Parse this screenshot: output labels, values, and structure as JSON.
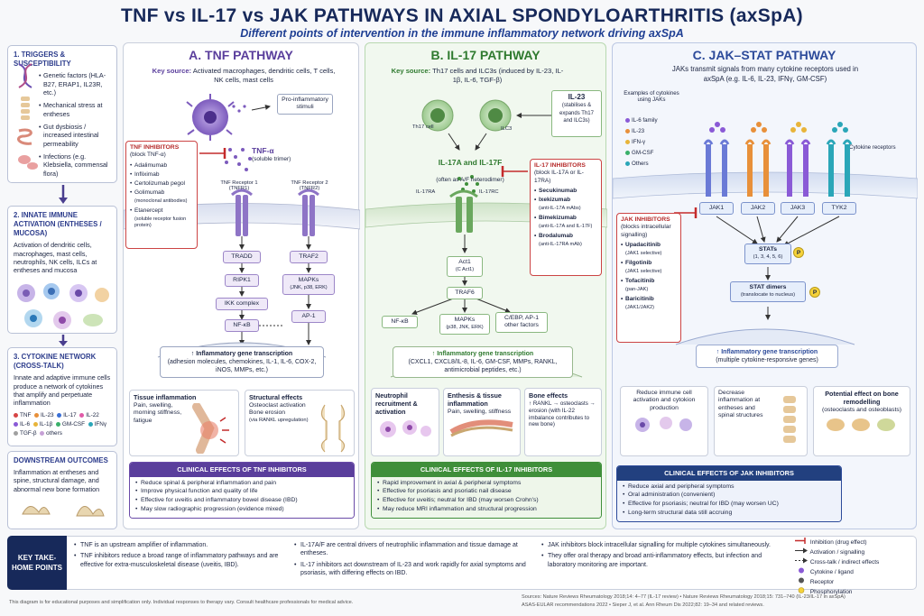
{
  "title": "TNF vs IL-17 vs JAK PATHWAYS IN AXIAL SPONDYLOARTHRITIS (axSpA)",
  "subtitle": "Different points of intervention in the immune inflammatory network driving axSpA",
  "sidebar": {
    "triggers": {
      "heading": "1. TRIGGERS & SUSCEPTIBILITY",
      "items": [
        "Genetic factors (HLA-B27, ERAP1, IL23R, etc.)",
        "Mechanical stress at entheses",
        "Gut dysbiosis / increased intestinal permeability",
        "Infections (e.g. Klebsiella, commensal flora)"
      ]
    },
    "innate": {
      "heading": "2. INNATE IMMUNE ACTIVATION (ENTHESES / MUCOSA)",
      "text": "Activation of dendritic cells, macrophages, mast cells, neutrophils, NK cells, ILCs at entheses and mucosa"
    },
    "cytokine": {
      "heading": "3. CYTOKINE NETWORK (CROSS-TALK)",
      "text": "Innate and adaptive immune cells produce a network of cytokines that amplify and perpetuate inflammation",
      "legend": [
        "TNF",
        "IL-23",
        "IL-17",
        "IL-22",
        "IL-6",
        "IL-1β",
        "GM-CSF",
        "IFNγ",
        "TGF-β",
        "others"
      ]
    },
    "downstream": {
      "heading": "DOWNSTREAM OUTCOMES",
      "text": "Inflammation at entheses and spine, structural damage, and abnormal new bone formation"
    }
  },
  "colors": {
    "tnf": "#6a4aa8",
    "il17": "#3f8f3a",
    "jak": "#2f4f9f",
    "inhibit": "#c42b2b",
    "navy": "#17295a"
  },
  "panelA": {
    "heading": "A. TNF PATHWAY",
    "keysource_label": "Key source:",
    "keysource": "Activated macrophages, dendritic cells, T cells, NK cells, mast cells",
    "stimuli": "Pro-inflammatory stimuli",
    "ligand": "TNF-α",
    "ligand_sub": "(soluble trimer)",
    "receptor1": "TNF Receptor 1 (TNFR1)",
    "receptor2": "TNF Receptor 2 (TNFR2)",
    "inhibitors_head": "TNF INHIBITORS",
    "inhibitors_sub": "(block TNF-α)",
    "inhibitors": [
      "Adalimumab",
      "Infliximab",
      "Certolizumab pegol",
      "Golimumab"
    ],
    "inhibitors_note": "(monoclonal antibodies)",
    "etanercept": "Etanercept",
    "etanercept_note": "(soluble receptor fusion protein)",
    "nodes": {
      "tradd": "TRADD",
      "ripk1": "RIPK1",
      "ikk": "IKK complex",
      "nfkb": "NF-κB",
      "traf2": "TRAF2",
      "mapk": "MAPKs",
      "mapk_sub": "(JNK, p38, ERK)",
      "ap1": "AP-1"
    },
    "gene": "↑ Inflammatory gene transcription",
    "gene_sub": "(adhesion molecules, chemokines, IL-1, IL-6, COX-2, iNOS, MMPs, etc.)",
    "effect1_head": "Tissue inflammation",
    "effect1": "Pain, swelling, morning stiffness, fatigue",
    "effect2_head": "Structural effects",
    "effect2": "Osteoclast activation Bone erosion",
    "effect2_note": "(via RANKL upregulation)",
    "clinical_head": "CLINICAL EFFECTS OF TNF INHIBITORS",
    "clinical": [
      "Reduce spinal & peripheral inflammation and pain",
      "Improve physical function and quality of life",
      "Effective for uveitis and inflammatory bowel disease (IBD)",
      "May slow radiographic progression (evidence mixed)"
    ]
  },
  "panelB": {
    "heading": "B. IL-17 PATHWAY",
    "keysource_label": "Key source:",
    "keysource": "Th17 cells and ILC3s (induced by IL-23, IL-1β, IL-6, TGF-β)",
    "cell1": "Th17 cell",
    "cell2": "ILC3",
    "il23_head": "IL-23",
    "il23": "(stabilises & expands Th17 and ILC3s)",
    "ligand": "IL-17A and IL-17F",
    "ligand_sub": "(often as A/F heterodimer)",
    "receptor1": "IL-17RA",
    "receptor2": "IL-17RC",
    "inhibitors_head": "IL-17 INHIBITORS",
    "inhibitors_sub": "(block IL-17A or IL-17RA)",
    "inhibitors": [
      {
        "name": "Secukinumab",
        "note": ""
      },
      {
        "name": "Ixekizumab",
        "note": "(anti-IL-17A mAbs)"
      },
      {
        "name": "Bimekizumab",
        "note": "(anti-IL-17A and IL-17F)"
      },
      {
        "name": "Brodalumab",
        "note": "(anti-IL-17RA mAb)"
      }
    ],
    "nodes": {
      "act1": "Act1",
      "act1_sub": "(C Act1)",
      "traf6": "TRAF6",
      "nfkb": "NF-κB",
      "mapk": "MAPKs",
      "mapk_sub": "(p38, JNK, ERK)",
      "cebp": "C/EBP, AP-1 other factors"
    },
    "gene": "↑ Inflammatory gene transcription",
    "gene_sub": "(CXCL1, CXCL8/IL-8, IL-6, GM-CSF, MMPs, RANKL, antimicrobial peptides, etc.)",
    "effect1_head": "Neutrophil recruitment & activation",
    "effect2_head": "Enthesis & tissue inflammation",
    "effect2": "Pain, swelling, stiffness",
    "effect3_head": "Bone effects",
    "effect3": "↑ RANKL → osteoclasts → erosion (with IL-22 imbalance contributes to new bone)",
    "clinical_head": "CLINICAL EFFECTS OF IL-17 INHIBITORS",
    "clinical": [
      "Rapid improvement in axial & peripheral symptoms",
      "Effective for psoriasis and psoriatic nail disease",
      "Effective for uveitis; neutral for IBD (may worsen Crohn's)",
      "May reduce MRI inflammation and structural progression"
    ]
  },
  "panelC": {
    "heading": "C. JAK–STAT PATHWAY",
    "intro": "JAKs transmit signals from many cytokine receptors used in axSpA (e.g. IL-6, IL-23, IFNγ, GM-CSF)",
    "examples_head": "Examples of cytokines using JAKs",
    "examples": [
      "IL-6 family",
      "IL-23",
      "IFN-γ",
      "GM-CSF",
      "Others"
    ],
    "receptors_label": "Cytokine receptors",
    "jaks": [
      "JAK1",
      "JAK2",
      "JAK3",
      "TYK2"
    ],
    "inhibitors_head": "JAK INHIBITORS",
    "inhibitors_sub": "(blocks intracellular signalling)",
    "inhibitors": [
      {
        "name": "Upadacitinib",
        "note": "(JAK1 selective)"
      },
      {
        "name": "Filgotinib",
        "note": "(JAK1 selective)"
      },
      {
        "name": "Tofacitinib",
        "note": "(pan-JAK)"
      },
      {
        "name": "Baricitinib",
        "note": "(JAK1/JAK2)"
      }
    ],
    "stats": "STATs",
    "stats_sub": "(1, 3, 4, 5, 6)",
    "dimers": "STAT dimers",
    "dimers_sub": "(translocate to nucleus)",
    "p": "P",
    "gene": "↑ Inflammatory gene transcription",
    "gene_sub": "(multiple cytokine-responsive genes)",
    "effect1": "Reduce immune cell activation and cytokion production",
    "effect2": "Decrease inflammation at entheses and spinal structures",
    "effect3_head": "Potential effect on bone remodelling",
    "effect3": "(osteoclasts and osteoblasts)",
    "clinical_head": "CLINICAL EFFECTS OF JAK INHIBITORS",
    "clinical": [
      "Reduce axial and peripheral symptoms",
      "Oral administration (convenient)",
      "Effective for psoriasis; neutral for IBD (may worsen UC)",
      "Long-term structural data still accruing"
    ]
  },
  "keypoints": {
    "label": "KEY TAKE-HOME POINTS",
    "col1": [
      "TNF is an upstream amplifier of inflammation.",
      "TNF inhibitors reduce a broad range of inflammatory pathways and are effective for extra-musculoskeletal disease (uveitis, IBD)."
    ],
    "col2": [
      "IL-17A/F are central drivers of neutrophilic inflammation and tissue damage at entheses.",
      "IL-17 inhibitors act downstream of IL-23 and work rapidly for axial symptoms and psoriasis, with differing effects on IBD."
    ],
    "col3": [
      "JAK inhibitors block intracellular signalling for multiple cytokines simultaneously.",
      "They offer oral therapy and broad anti-inflammatory effects, but infection and laboratory monitoring are important."
    ]
  },
  "legend": [
    "Inhibition (drug effect)",
    "Activation / signalling",
    "Cross-talk / indirect effects",
    "Cytokine / ligand",
    "Receptor",
    "Phosphorylation"
  ],
  "footer": {
    "left": "This diagram is for educational purposes and simplification only. Individual responses to therapy vary. Consult healthcare professionals for medical advice.",
    "right1": "Sources: Nature Reviews Rheumatology 2018;14: 4–77 (IL-17 review) • Nature Reviews Rheumatology 2018;15: 731–740 (IL-23/IL-17 in axSpA)",
    "right2": "ASAS-EULAR recommendations 2022 • Sieper J, et al. Ann Rheum Dis 2022;82: 19–34 and related reviews."
  }
}
